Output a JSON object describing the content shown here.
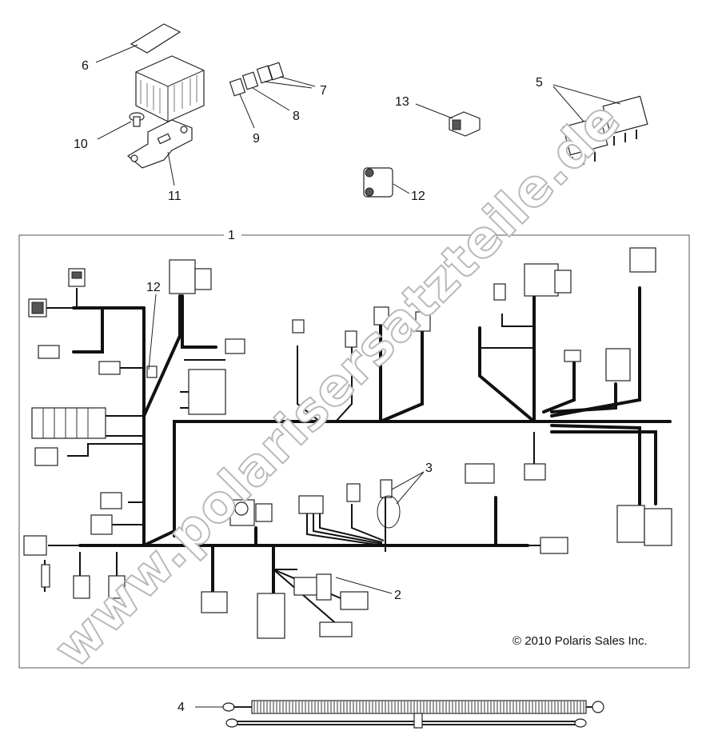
{
  "callouts": {
    "c1": "1",
    "c2": "2",
    "c3": "3",
    "c4": "4",
    "c5": "5",
    "c6": "6",
    "c7": "7",
    "c8": "8",
    "c9": "9",
    "c10": "10",
    "c11": "11",
    "c12": "12",
    "c12b": "12",
    "c13": "13"
  },
  "copyright": "© 2010 Polaris Sales Inc.",
  "watermark": "www.polarisersatzteile.de"
}
